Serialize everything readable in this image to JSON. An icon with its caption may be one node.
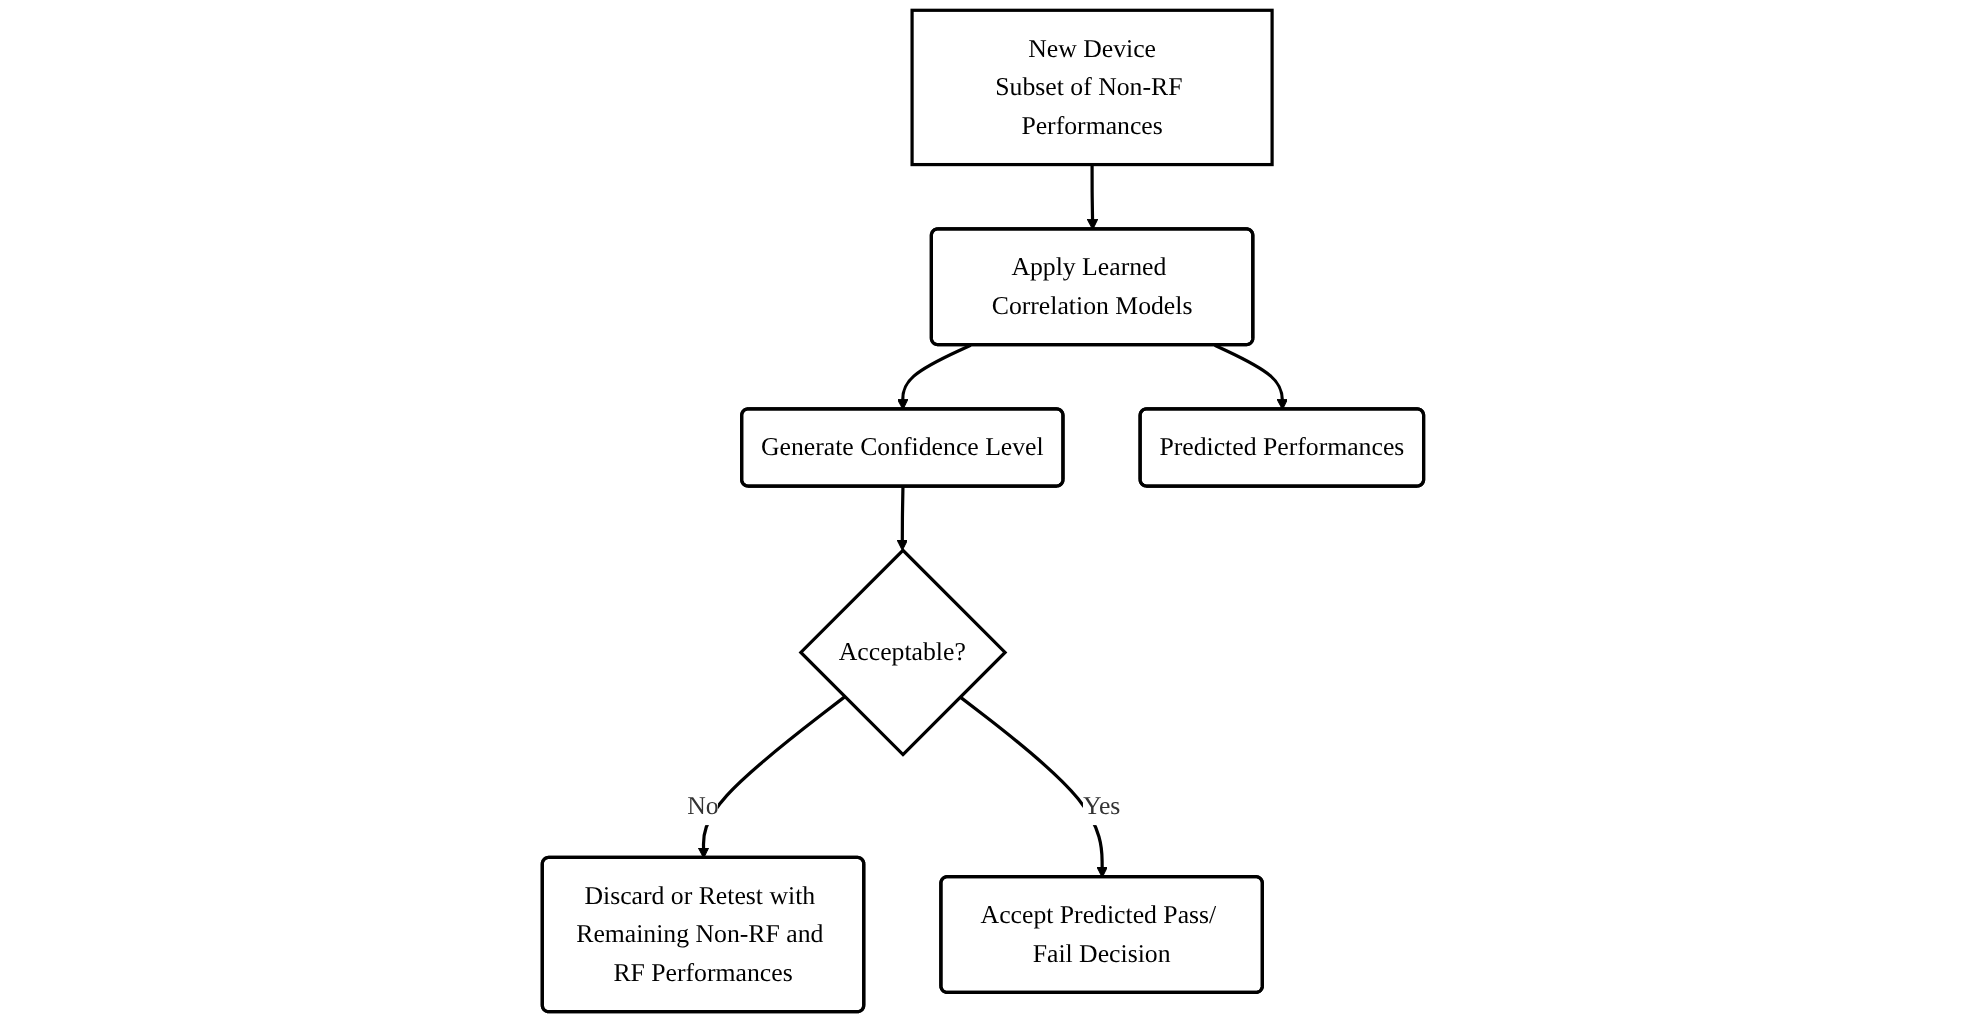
{
  "diagram": {
    "nodes": [
      {
        "text": [
          "New Device",
          "Subset of Non-RF Performances"
        ]
      },
      {
        "text": [
          "Apply Learned Correlation Models"
        ]
      },
      {
        "text": [
          "Generate Confidence Level"
        ]
      },
      {
        "text": [
          "Predicted Performances"
        ]
      },
      {
        "text": [
          "Acceptable?"
        ]
      },
      {
        "text": [
          "Discard or Retest with Remaining Non-RF and RF Performances"
        ]
      },
      {
        "text": [
          "Accept Predicted Pass/ Fail Decision"
        ]
      }
    ],
    "edges": [
      {
        "from": 0,
        "to": 1,
        "arrow": "to"
      },
      {
        "from": 1,
        "to": 2,
        "arrow": "to"
      },
      {
        "from": 1,
        "to": 3,
        "arrow": "to"
      },
      {
        "from": 2,
        "to": 4,
        "arrow": "to"
      },
      {
        "from": 4,
        "to": 5,
        "arrow": "to",
        "label": "No"
      },
      {
        "from": 4,
        "to": 6,
        "arrow": "to",
        "label": "Yes"
      }
    ]
  }
}
